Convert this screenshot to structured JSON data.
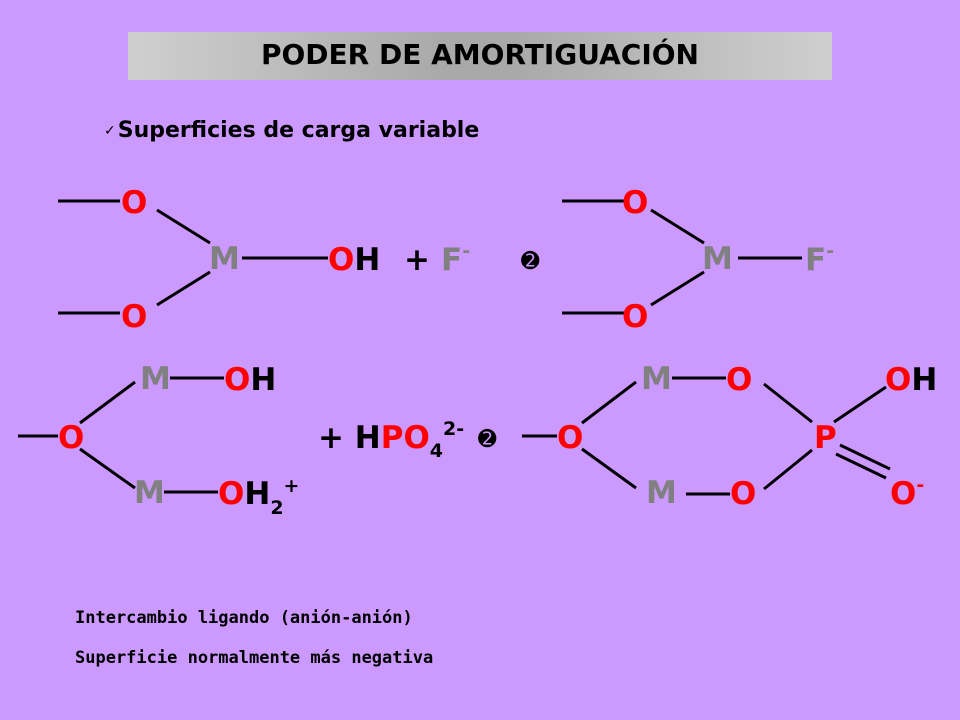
{
  "title": "PODER DE AMORTIGUACIÓN",
  "subtitle": "Superficies de carga variable",
  "check_icon": "✓",
  "colors": {
    "oxygen": "#ff0000",
    "metal": "#808080",
    "fluoride": "#808080",
    "hydrogen": "#000000",
    "bond": "#000000",
    "background": "#cc99ff"
  },
  "reaction1": {
    "o_top": "O",
    "o_bottom": "O",
    "metal": "M",
    "oh_o": "O",
    "oh_h": "H",
    "plus": "+",
    "fluoride": "F",
    "fluoride_charge": "-",
    "arrow_symbol": "➋",
    "prod_o_top": "O",
    "prod_o_bottom": "O",
    "prod_metal": "M",
    "prod_fluoride": "F",
    "prod_fluoride_charge": "-"
  },
  "reaction2": {
    "o_center": "O",
    "m_top": "M",
    "oh_o": "O",
    "oh_h": "H",
    "m_bottom": "M",
    "oh2_o": "O",
    "oh2_h": "H",
    "oh2_sub": "2",
    "oh2_charge": "+",
    "plus_h": "+ H",
    "po": "PO",
    "po_sub": "4",
    "po_charge": "2-",
    "arrow_symbol": "➋",
    "prod_o_center": "O",
    "prod_m_top": "M",
    "prod_o_top": "O",
    "prod_m_bottom": "M",
    "prod_o_bottom": "O",
    "prod_p": "P",
    "prod_oh_o": "O",
    "prod_oh_h": "H",
    "prod_o_minus": "O",
    "prod_o_minus_charge": "-"
  },
  "notes": [
    "Intercambio ligando (anión-anión)",
    "Superficie normalmente más negativa"
  ]
}
